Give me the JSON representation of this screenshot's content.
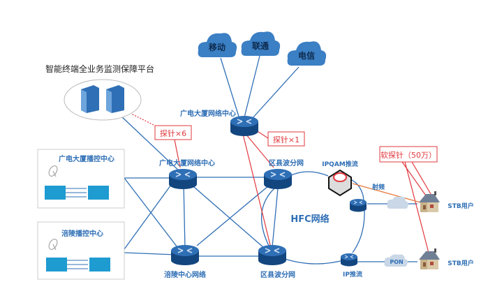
{
  "platform": {
    "title": "智能终端全业务监测保障平台"
  },
  "clouds": [
    {
      "label": "移动"
    },
    {
      "label": "联通"
    },
    {
      "label": "电信"
    }
  ],
  "control_centers": [
    {
      "label": "广电大厦播控中心"
    },
    {
      "label": "涪陵播控中心"
    }
  ],
  "routers": {
    "top_center": "广电大厦网络中心",
    "core_left_top": "广电大厦网络中心",
    "core_right_top": "区县波分网",
    "core_left_bottom": "涪陵中心网络",
    "core_right_bottom": "区县波分网",
    "ip_push": "IP推流"
  },
  "ipqam": {
    "label": "IPQAM推流"
  },
  "hfc": {
    "label": "HFC网络"
  },
  "links": {
    "rf": "射频",
    "pon": "PON"
  },
  "probes": [
    {
      "label": "探针×6"
    },
    {
      "label": "探针×1"
    },
    {
      "label": "软探针（50万）"
    }
  ],
  "users": [
    {
      "label": "STB用户"
    },
    {
      "label": "STB用户"
    }
  ],
  "colors": {
    "link_blue": "#2f6fb5",
    "router_blue": "#1f5d9c",
    "cloud_blue": "#3b7fc4",
    "probe_red": "#e0383e",
    "rf_orange": "#e87a3c",
    "center_box": "#1e9bd0"
  }
}
